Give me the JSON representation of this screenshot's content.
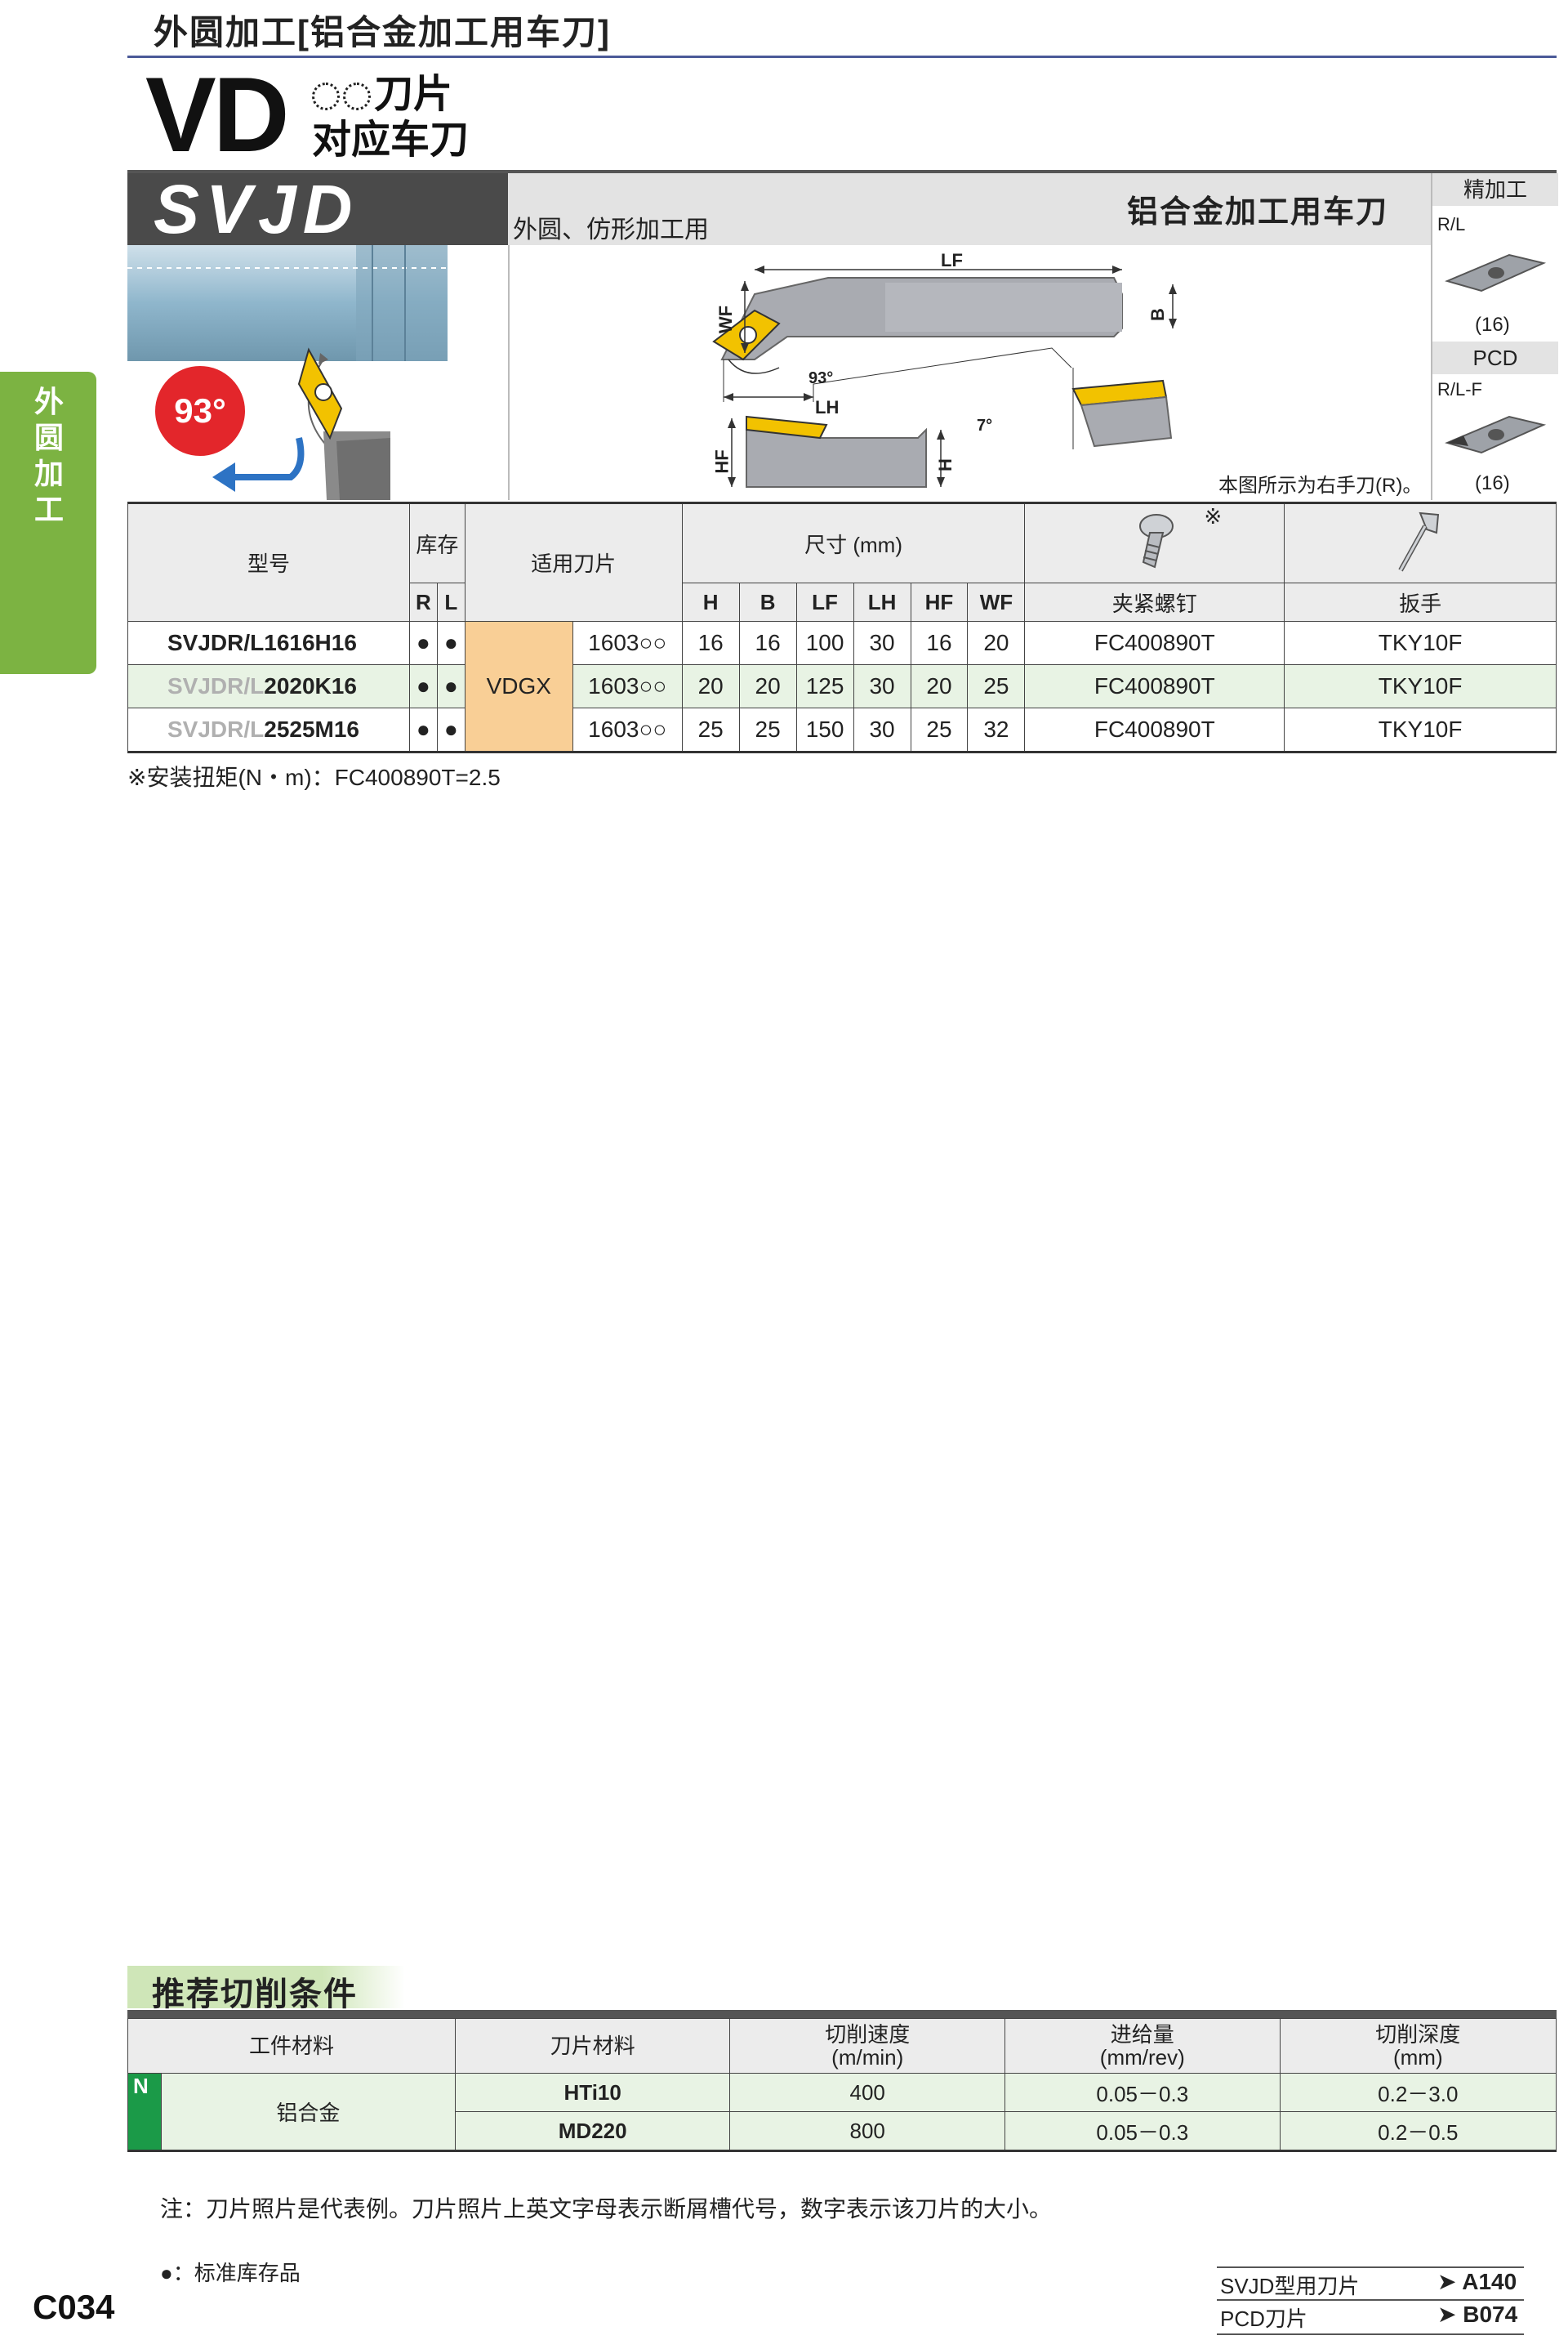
{
  "header": {
    "section_title": "外圆加工[铝合金加工用车刀]",
    "series_big": "VD",
    "series_line1": "刀片",
    "series_line2": "对应车刀"
  },
  "side_tab": {
    "label": "外圆加工"
  },
  "product": {
    "name": "SVJD",
    "usage": "外圆、仿形加工用",
    "purpose": "铝合金加工用车刀",
    "angle": "93°",
    "note_right_hand": "本图所示为右手刀(R)。"
  },
  "inserts": [
    {
      "head": "精加工",
      "sub": "R/L",
      "size": "(16)"
    },
    {
      "head": "PCD",
      "sub": "R/L-F",
      "size": "(16)"
    }
  ],
  "diagram_labels": {
    "lf": "LF",
    "b": "B",
    "wf": "WF",
    "lh": "LH",
    "angle93": "93°",
    "hf": "HF",
    "h": "H",
    "angle7": "7°"
  },
  "spec_table": {
    "headers": {
      "model": "型号",
      "stock": "库存",
      "stock_r": "R",
      "stock_l": "L",
      "insert": "适用刀片",
      "size_group": "尺寸 (mm)",
      "dims": [
        "H",
        "B",
        "LF",
        "LH",
        "HF",
        "WF"
      ],
      "screw_mark": "※",
      "screw": "夹紧螺钉",
      "wrench": "扳手"
    },
    "rows": [
      {
        "model_prefix": "SVJDR/L",
        "model_suffix": "1616H16",
        "r": "●",
        "l": "●",
        "insert_code": "1603○○",
        "dims": [
          "16",
          "16",
          "100",
          "30",
          "16",
          "20"
        ],
        "screw": "FC400890T",
        "wrench": "TKY10F"
      },
      {
        "model_prefix": "SVJDR/L",
        "model_suffix": "2020K16",
        "r": "●",
        "l": "●",
        "insert_code": "1603○○",
        "dims": [
          "20",
          "20",
          "125",
          "30",
          "20",
          "25"
        ],
        "screw": "FC400890T",
        "wrench": "TKY10F"
      },
      {
        "model_prefix": "SVJDR/L",
        "model_suffix": "2525M16",
        "r": "●",
        "l": "●",
        "insert_code": "1603○○",
        "dims": [
          "25",
          "25",
          "150",
          "30",
          "25",
          "32"
        ],
        "screw": "FC400890T",
        "wrench": "TKY10F"
      }
    ],
    "insert_name": "VDGX",
    "torque_note": "※安装扭矩(N・m)：FC400890T=2.5"
  },
  "conditions": {
    "title": "推荐切削条件",
    "headers": {
      "workpiece": "工件材料",
      "tool_material": "刀片材料",
      "speed": "切削速度",
      "speed_unit": "(m/min)",
      "feed": "进给量",
      "feed_unit": "(mm/rev)",
      "depth": "切削深度",
      "depth_unit": "(mm)"
    },
    "group_code": "N",
    "workpiece": "铝合金",
    "rows": [
      {
        "tool": "HTi10",
        "speed": "400",
        "feed": "0.05－0.3",
        "depth": "0.2－3.0"
      },
      {
        "tool": "MD220",
        "speed": "800",
        "feed": "0.05－0.3",
        "depth": "0.2－0.5"
      }
    ]
  },
  "footer": {
    "photo_note": "注：刀片照片是代表例。刀片照片上英文字母表示断屑槽代号，数字表示该刀片的大小。",
    "legend_symbol": "●",
    "legend_text": "：标准库存品",
    "page_number": "C034",
    "refs": [
      {
        "label": "SVJD型用刀片",
        "target": "A140"
      },
      {
        "label": "PCD刀片",
        "target": "B074"
      }
    ]
  },
  "colors": {
    "accent_rule": "#4b5a98",
    "green_tab": "#7cb342",
    "insert_highlight": "#f9cf96",
    "alt_row": "#e8f3e4",
    "group_n": "#1b9a48",
    "angle_badge": "#e3262b",
    "insert_yellow": "#f2c200",
    "holder_blue": "#8fb6cc"
  }
}
